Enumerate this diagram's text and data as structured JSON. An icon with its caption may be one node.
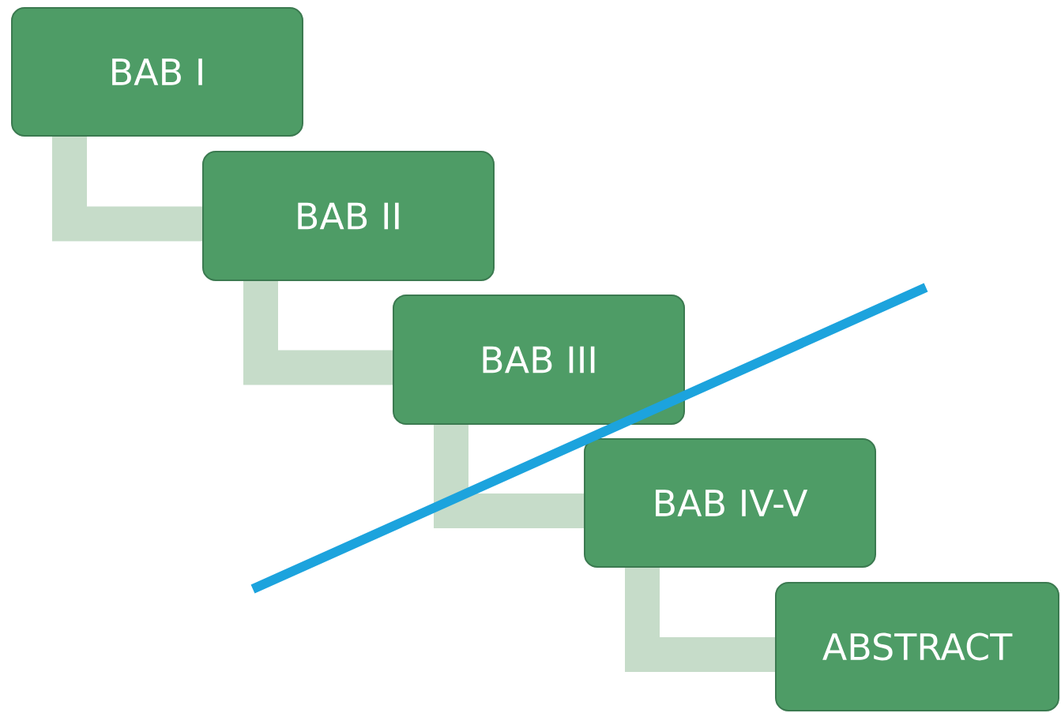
{
  "diagram": {
    "nodes": [
      {
        "text": [
          "BAB I"
        ]
      },
      {
        "text": [
          "BAB II"
        ]
      },
      {
        "text": [
          "BAB III"
        ]
      },
      {
        "text": [
          "BAB IV-V"
        ]
      },
      {
        "text": [
          "ABSTRACT"
        ]
      }
    ],
    "edges": [
      {
        "from": 0,
        "to": 1,
        "arrow": "none"
      },
      {
        "from": 1,
        "to": 2,
        "arrow": "none"
      },
      {
        "from": 2,
        "to": 3,
        "arrow": "none"
      },
      {
        "from": 3,
        "to": 4,
        "arrow": "none"
      }
    ]
  }
}
